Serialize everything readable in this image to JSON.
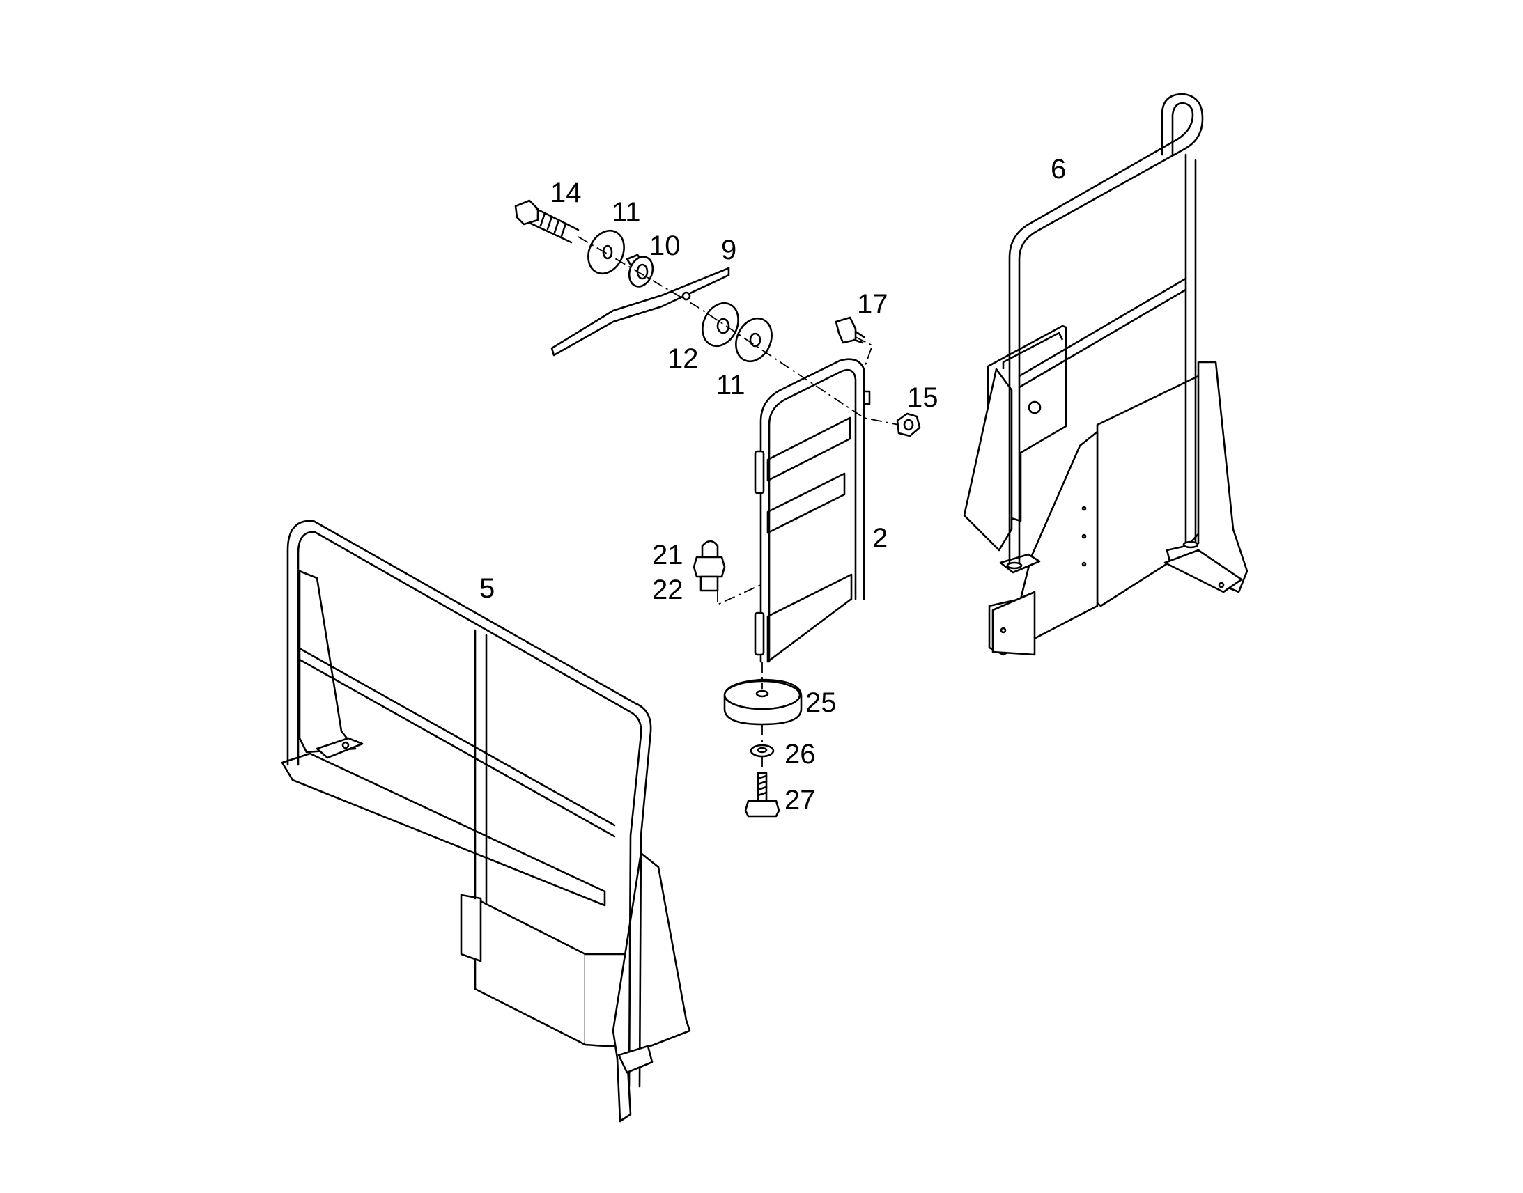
{
  "callouts": {
    "c2": "2",
    "c5": "5",
    "c6": "6",
    "c9": "9",
    "c10": "10",
    "c11a": "11",
    "c11b": "11",
    "c12": "12",
    "c14": "14",
    "c15": "15",
    "c17": "17",
    "c21": "21",
    "c22": "22",
    "c25": "25",
    "c26": "26",
    "c27": "27"
  }
}
